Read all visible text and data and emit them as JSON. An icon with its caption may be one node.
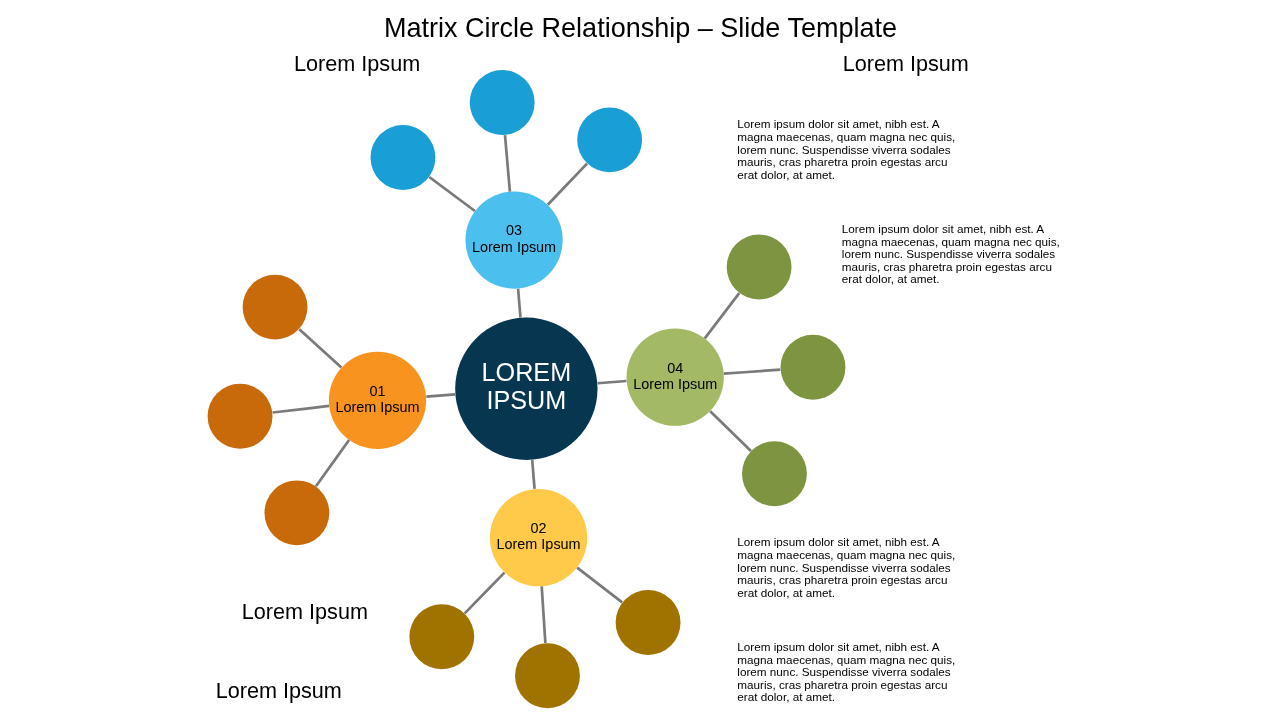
{
  "diagram": {
    "title": "Matrix Circle Relationship – Slide Template",
    "nodes": [
      {
        "text": [
          "LOREM IPSUM"
        ]
      },
      {
        "text": [
          "01",
          "Lorem Ipsum"
        ]
      },
      {
        "text": [
          "02",
          "Lorem Ipsum"
        ]
      },
      {
        "text": [
          "03",
          "Lorem Ipsum"
        ]
      },
      {
        "text": [
          "04",
          "Lorem Ipsum"
        ]
      },
      {
        "text": [],
        "shape": "circle"
      },
      {
        "text": [],
        "shape": "circle"
      },
      {
        "text": [],
        "shape": "circle"
      },
      {
        "text": [],
        "shape": "circle"
      },
      {
        "text": [],
        "shape": "circle"
      },
      {
        "text": [],
        "shape": "circle"
      },
      {
        "text": [],
        "shape": "circle"
      },
      {
        "text": [],
        "shape": "circle"
      },
      {
        "text": [],
        "shape": "circle"
      },
      {
        "text": [],
        "shape": "circle"
      },
      {
        "text": [],
        "shape": "circle"
      },
      {
        "text": [],
        "shape": "circle"
      }
    ],
    "edges": [
      {
        "from": 0,
        "to": 1,
        "arrow": "none"
      },
      {
        "from": 0,
        "to": 2,
        "arrow": "none"
      },
      {
        "from": 0,
        "to": 3,
        "arrow": "none"
      },
      {
        "from": 0,
        "to": 4,
        "arrow": "none"
      },
      {
        "from": 1,
        "to": 5,
        "arrow": "none"
      },
      {
        "from": 1,
        "to": 6,
        "arrow": "none"
      },
      {
        "from": 1,
        "to": 7,
        "arrow": "none"
      },
      {
        "from": 2,
        "to": 8,
        "arrow": "none"
      },
      {
        "from": 2,
        "to": 9,
        "arrow": "none"
      },
      {
        "from": 2,
        "to": 10,
        "arrow": "none"
      },
      {
        "from": 3,
        "to": 11,
        "arrow": "none"
      },
      {
        "from": 3,
        "to": 12,
        "arrow": "none"
      },
      {
        "from": 3,
        "to": 13,
        "arrow": "none"
      },
      {
        "from": 4,
        "to": 14,
        "arrow": "none"
      },
      {
        "from": 4,
        "to": 15,
        "arrow": "none"
      },
      {
        "from": 4,
        "to": 16,
        "arrow": "none"
      }
    ],
    "labels": [
      "Lorem Ipsum",
      "Lorem ipsum dolor sit amet, nibh est. A magna maecenas, quam magna nec quis, lorem nunc. Suspendisse viverra sodales mauris, cras pharetra proin egestas arcu erat dolor, at amet.",
      "Lorem Ipsum",
      "Lorem ipsum dolor sit amet, nibh est. A magna maecenas, quam magna nec quis, lorem nunc. Suspendisse viverra sodales mauris, cras pharetra proin egestas arcu erat dolor, at amet.",
      "Lorem Ipsum",
      "Lorem ipsum dolor sit amet, nibh est. A magna maecenas, quam magna nec quis, lorem nunc. Suspendisse viverra sodales mauris, cras pharetra proin egestas arcu erat dolor, at amet.",
      "Lorem Ipsum",
      "Lorem ipsum dolor sit amet, nibh est. A magna maecenas, quam magna nec quis, lorem nunc. Suspendisse viverra sodales mauris, cras pharetra proin egestas arcu erat dolor, at amet."
    ]
  }
}
